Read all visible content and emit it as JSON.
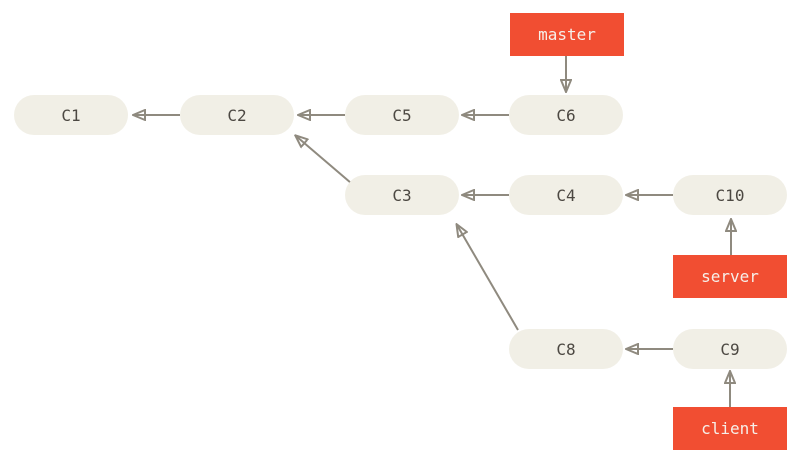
{
  "diagram": {
    "type": "git-commit-graph",
    "colors": {
      "background": "#ffffff",
      "node_fill": "#f1efe6",
      "node_text": "#4c4842",
      "branch_fill": "#f14e32",
      "branch_text": "#f6efe9",
      "arrow": "#8f8a7f"
    },
    "nodes": [
      {
        "id": "c1",
        "label": "C1"
      },
      {
        "id": "c2",
        "label": "C2"
      },
      {
        "id": "c5",
        "label": "C5"
      },
      {
        "id": "c6",
        "label": "C6"
      },
      {
        "id": "c3",
        "label": "C3"
      },
      {
        "id": "c4",
        "label": "C4"
      },
      {
        "id": "c10",
        "label": "C10"
      },
      {
        "id": "c8",
        "label": "C8"
      },
      {
        "id": "c9",
        "label": "C9"
      }
    ],
    "branches": [
      {
        "id": "master",
        "label": "master",
        "points_to": "C6"
      },
      {
        "id": "server",
        "label": "server",
        "points_to": "C10"
      },
      {
        "id": "client",
        "label": "client",
        "points_to": "C9"
      }
    ],
    "edges": [
      {
        "from": "C2",
        "to": "C1"
      },
      {
        "from": "C5",
        "to": "C2"
      },
      {
        "from": "C6",
        "to": "C5"
      },
      {
        "from": "C3",
        "to": "C2"
      },
      {
        "from": "C4",
        "to": "C3"
      },
      {
        "from": "C10",
        "to": "C4"
      },
      {
        "from": "C8",
        "to": "C3"
      },
      {
        "from": "C9",
        "to": "C8"
      },
      {
        "from": "master",
        "to": "C6"
      },
      {
        "from": "server",
        "to": "C10"
      },
      {
        "from": "client",
        "to": "C9"
      }
    ]
  }
}
